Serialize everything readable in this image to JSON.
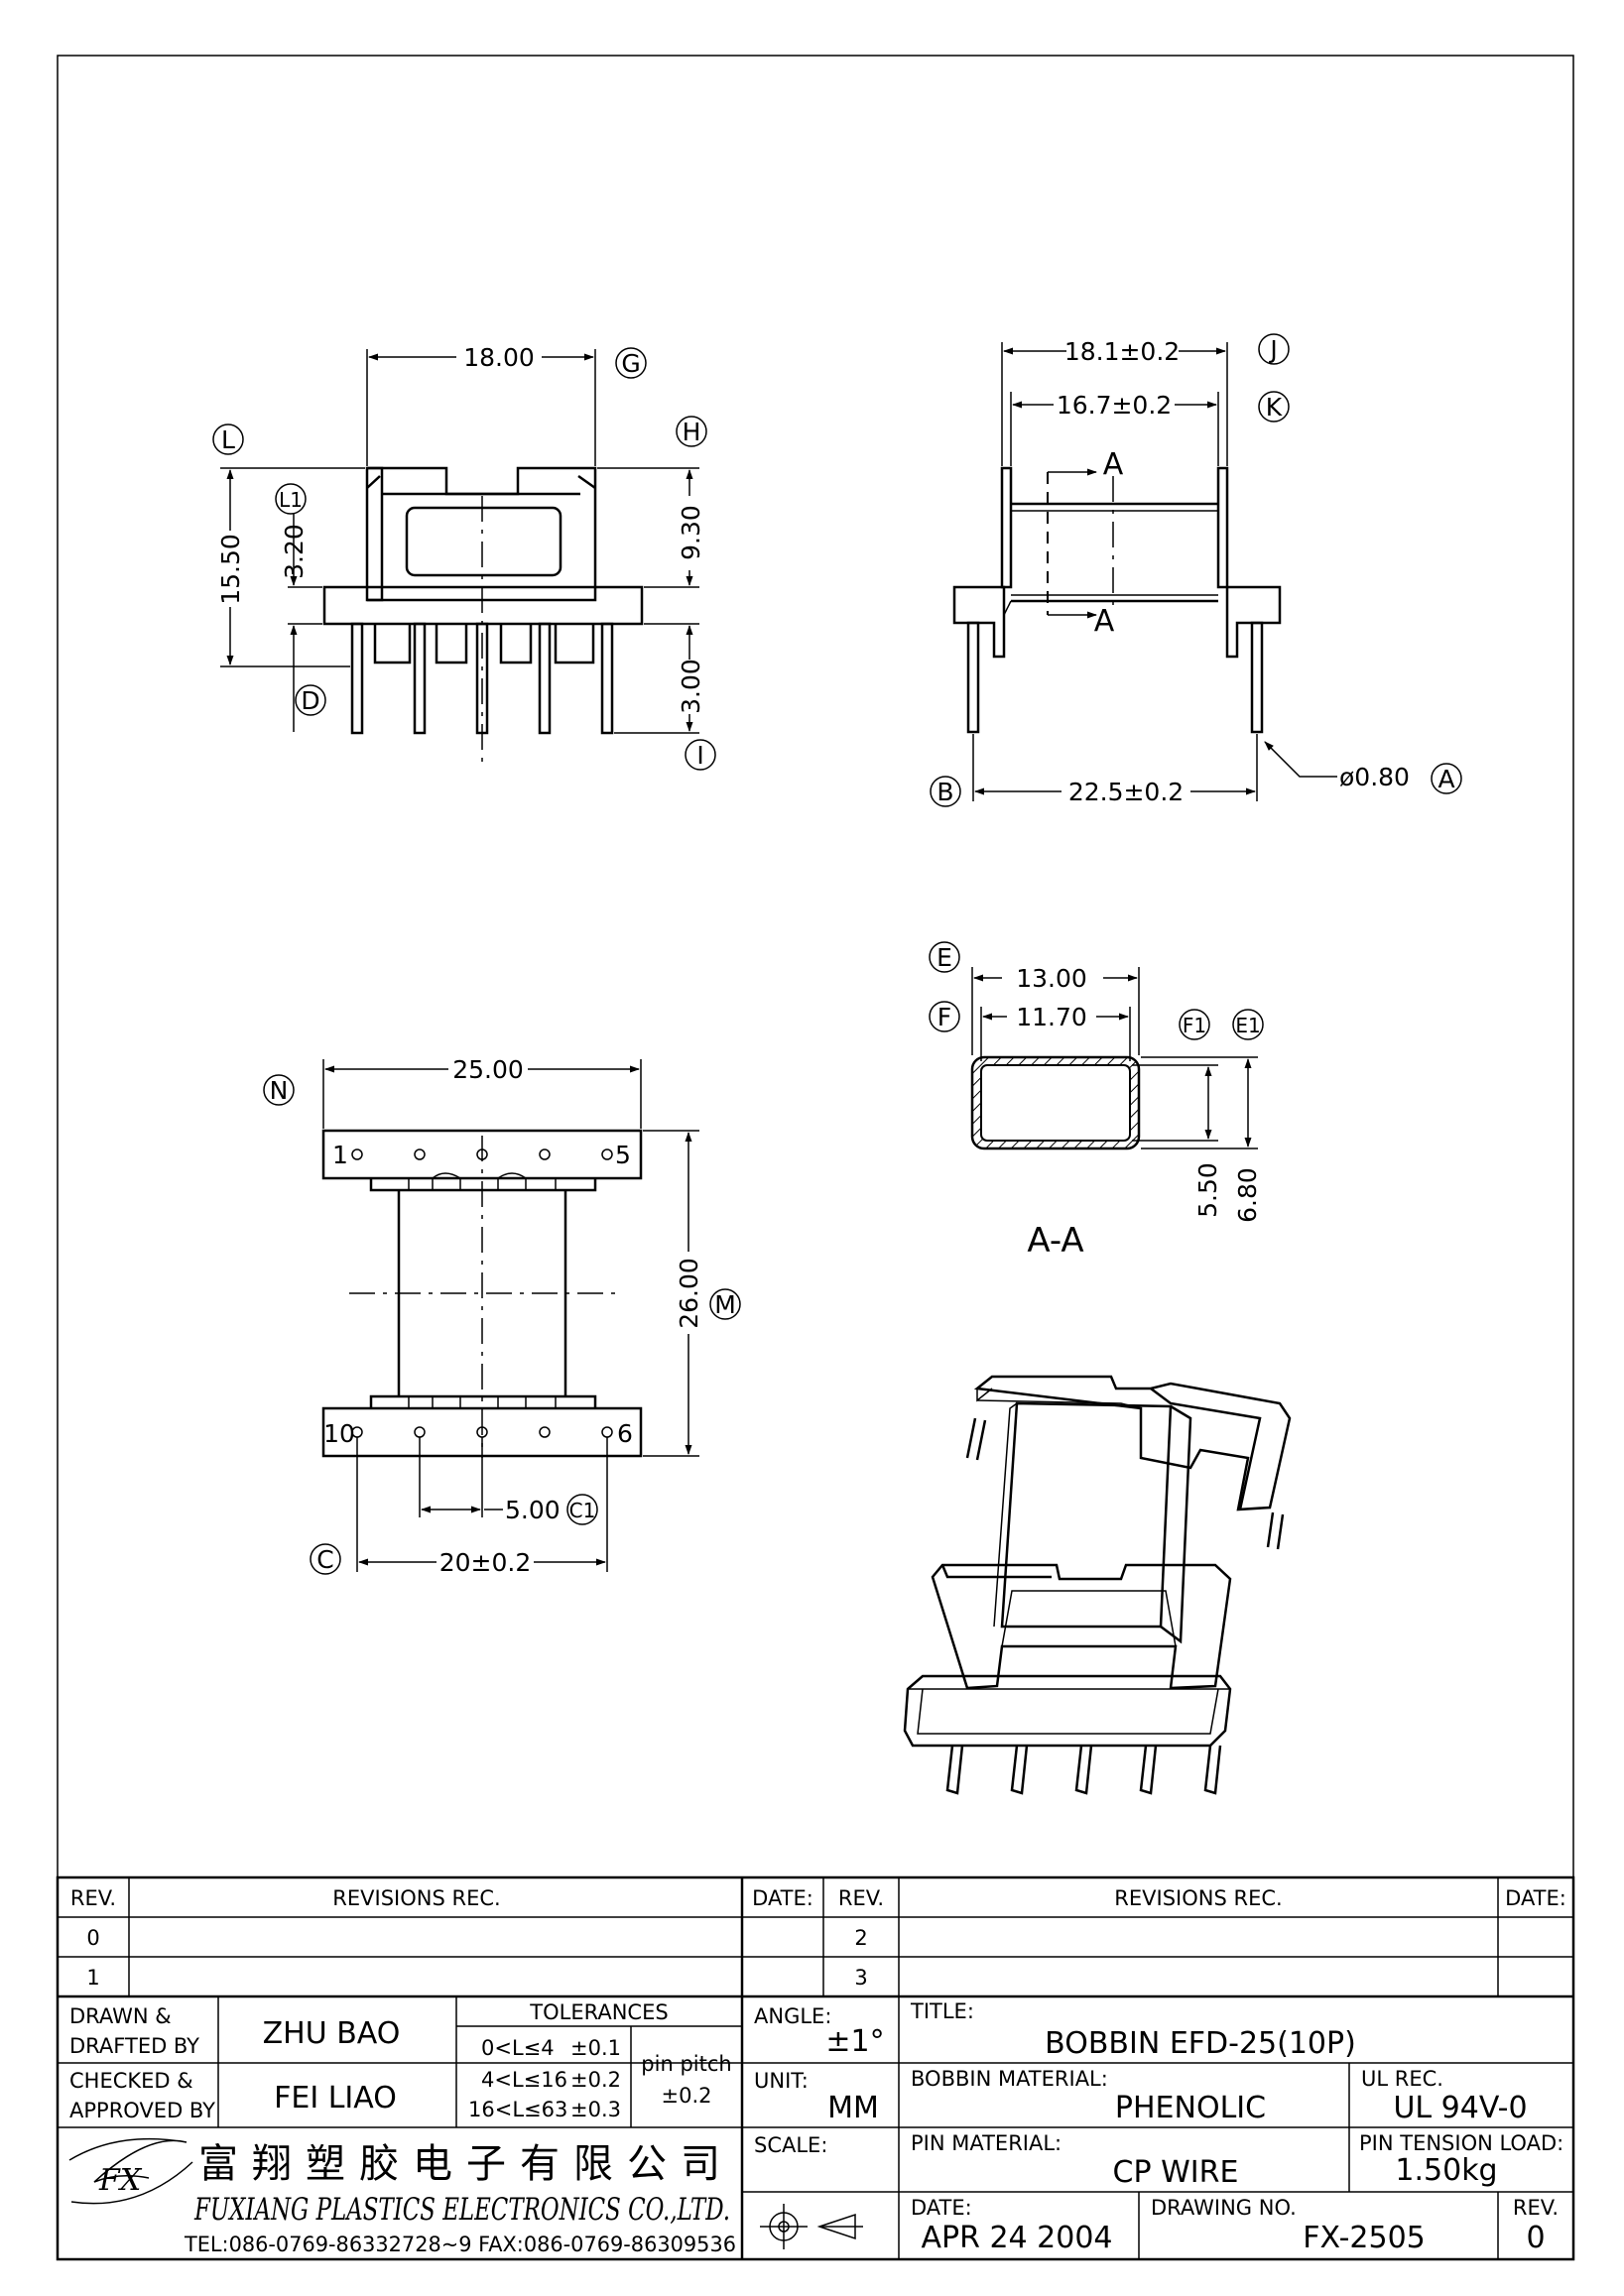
{
  "views": {
    "front": {
      "dim_width": "18.00",
      "dim_height": "15.50",
      "dim_flange_to_top": "9.30",
      "dim_flange": "3.20",
      "dim_pin": "3.00",
      "bubbles": [
        "G",
        "H",
        "L",
        "L1",
        "D",
        "I"
      ]
    },
    "side": {
      "dim_outer": "18.1±0.2",
      "dim_inner": "16.7±0.2",
      "dim_pins": "22.5±0.2",
      "dim_pin_dia": "ø0.80",
      "section_mark": "A",
      "bubbles": [
        "J",
        "K",
        "B",
        "A"
      ]
    },
    "section": {
      "dim_outer_w": "13.00",
      "dim_inner_w": "11.70",
      "dim_inner_h": "5.50",
      "dim_outer_h": "6.80",
      "label": "A-A",
      "bubbles": [
        "E",
        "F",
        "F1",
        "E1"
      ]
    },
    "bottom": {
      "dim_width": "25.00",
      "dim_length": "26.00",
      "dim_pitch": "5.00",
      "dim_row": "20±0.2",
      "pin_labels": [
        "1",
        "5",
        "10",
        "6"
      ],
      "bubbles": [
        "N",
        "M",
        "C1",
        "C"
      ]
    }
  },
  "title_block": {
    "revisions": {
      "rev_header": "REV.",
      "rec_header": "REVISIONS   REC.",
      "date_header": "DATE:",
      "left_revs": [
        "0",
        "1"
      ],
      "right_revs": [
        "2",
        "3"
      ]
    },
    "drawn_label_1": "DRAWN  &",
    "drawn_label_2": "DRAFTED BY",
    "drawn_value": "ZHU   BAO",
    "checked_label_1": "CHECKED &",
    "checked_label_2": "APPROVED  BY",
    "checked_value": "FEI LIAO",
    "tolerances": {
      "header": "TOLERANCES",
      "rows": [
        {
          "range": "0<L≤4",
          "value": "±0.1"
        },
        {
          "range": "4<L≤16",
          "value": "±0.2"
        },
        {
          "range": "16<L≤63",
          "value": "±0.3"
        }
      ],
      "pin_pitch_label": "pin pitch",
      "pin_pitch_value": "±0.2"
    },
    "angle_label": "ANGLE:",
    "angle_value": "±1°",
    "unit_label": "UNIT:",
    "unit_value": "MM",
    "scale_label": "SCALE:",
    "title_label": "TITLE:",
    "title_value": "BOBBIN  EFD-25(10P)",
    "bobbin_material_label": "BOBBIN  MATERIAL:",
    "bobbin_material_value": "PHENOLIC",
    "ul_rec_label": "UL  REC.",
    "ul_rec_value": "UL  94V-0",
    "pin_material_label": "PIN  MATERIAL:",
    "pin_material_value": "CP  WIRE",
    "pin_tension_label": "PIN  TENSION  LOAD:",
    "pin_tension_value": "1.50kg",
    "date_label": "DATE:",
    "date_value": "APR  24  2004",
    "drawing_no_label": "DRAWING  NO.",
    "drawing_no_value": "FX-2505",
    "rev_label": "REV.",
    "rev_value": "0",
    "company_cn": "富翔塑胶电子有限公司",
    "company_en": "FUXIANG  PLASTICS  ELECTRONICS  CO.,LTD.",
    "company_contact": "TEL:086-0769-86332728~9   FAX:086-0769-86309536",
    "logo_text": "FX"
  }
}
